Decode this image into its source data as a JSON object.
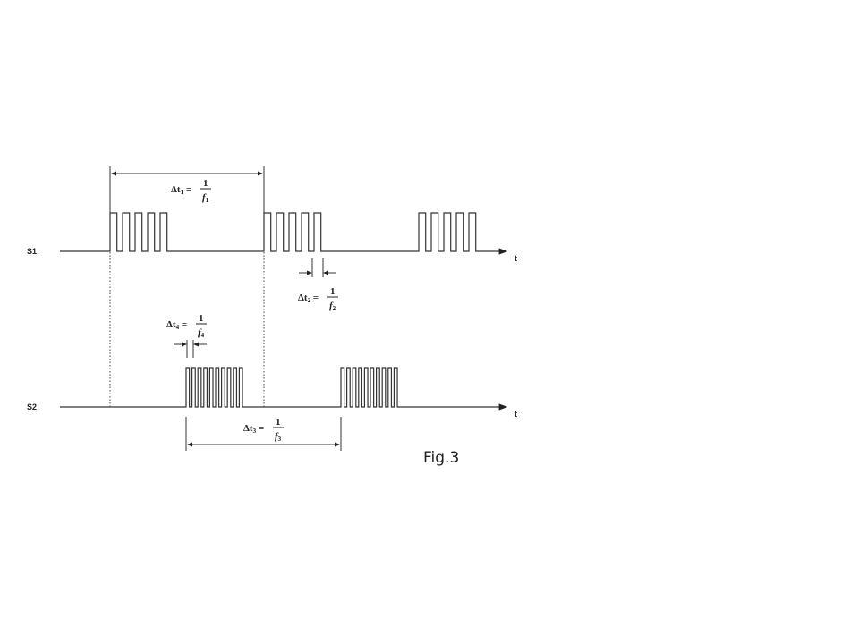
{
  "signals": [
    {
      "name": "S1",
      "axis_label": "t",
      "pulses_per_burst": 5
    },
    {
      "name": "S2",
      "axis_label": "t",
      "pulses_per_burst": 10
    }
  ],
  "annotations": {
    "dt1": {
      "lhs": "Δt",
      "sub": "1",
      "num": "1",
      "den": "f",
      "den_sub": "1"
    },
    "dt2": {
      "lhs": "Δt",
      "sub": "2",
      "num": "1",
      "den": "f",
      "den_sub": "2"
    },
    "dt3": {
      "lhs": "Δt",
      "sub": "3",
      "num": "1",
      "den": "f",
      "den_sub": "3"
    },
    "dt4": {
      "lhs": "Δt",
      "sub": "4",
      "num": "1",
      "den": "f",
      "den_sub": "4"
    }
  },
  "caption": "Fig.3"
}
